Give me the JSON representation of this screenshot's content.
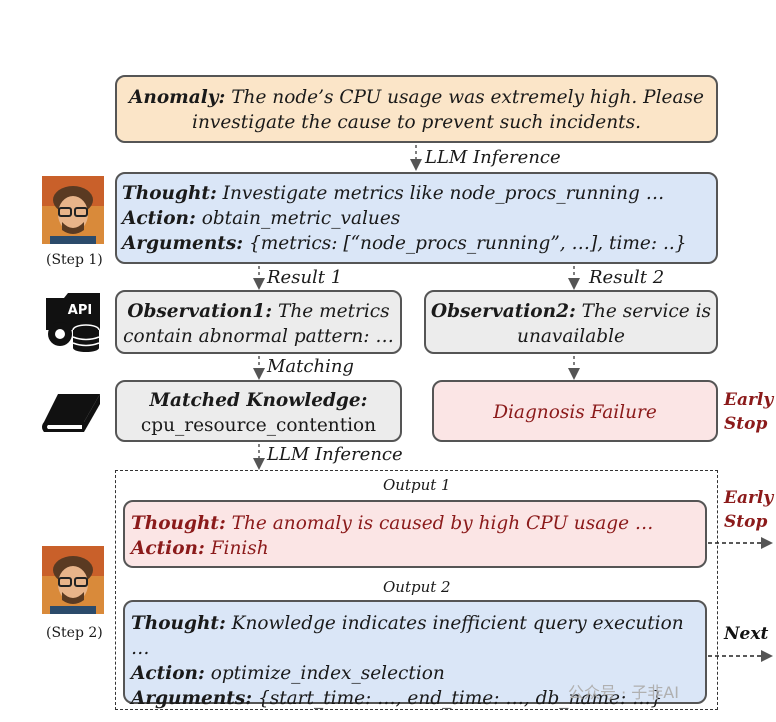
{
  "anomaly": {
    "label": "Anomaly:",
    "text": " The node’s CPU usage was extremely high. Please investigate the cause to prevent such incidents."
  },
  "arrows": {
    "llm_inference_1": "LLM Inference",
    "result1": "Result 1",
    "result2": "Result 2",
    "matching": "Matching",
    "llm_inference_2": "LLM Inference"
  },
  "step1": {
    "thought_label": "Thought:",
    "thought": " Investigate metrics like node_procs_running …",
    "action_label": "Action:",
    "action": "  obtain_metric_values",
    "args_label": "Arguments:",
    "args": " {metrics: [“node_procs_running”, …], time: ..}",
    "step_label": "(Step 1)"
  },
  "obs1": {
    "label": "Observation1:",
    "text": " The metrics contain abnormal pattern: …"
  },
  "obs2": {
    "label": "Observation2:",
    "text": " The service is unavailable"
  },
  "matched": {
    "label": "Matched Knowledge:",
    "text": "cpu_resource_contention"
  },
  "diagnosis_failure": "Diagnosis Failure",
  "early_stop_1": {
    "line1": "Early",
    "line2": "Stop"
  },
  "early_stop_2": {
    "line1": "Early",
    "line2": "Stop"
  },
  "next": "Next",
  "output1": {
    "caption": "Output 1",
    "thought_label": "Thought:",
    "thought": " The anomaly is caused by high CPU usage …",
    "action_label": "Action:",
    "action": "  Finish"
  },
  "output2": {
    "caption": "Output 2",
    "thought_label": "Thought:",
    "thought": " Knowledge indicates inefficient query execution …",
    "action_label": "Action:",
    "action": "  optimize_index_selection",
    "args_label": "Arguments:",
    "args": " {start_time: …, end_time: …, db_name: …}",
    "step_label": "(Step 2)"
  },
  "api_icon_text": "API",
  "watermark": "公众号 · 子非AI",
  "colors": {
    "anomaly_bg": "#fbe5c8",
    "thought_bg": "#dae6f7",
    "obs_bg": "#ececec",
    "fail_bg": "#fbe5e5",
    "fail_text": "#8b1a1a"
  }
}
